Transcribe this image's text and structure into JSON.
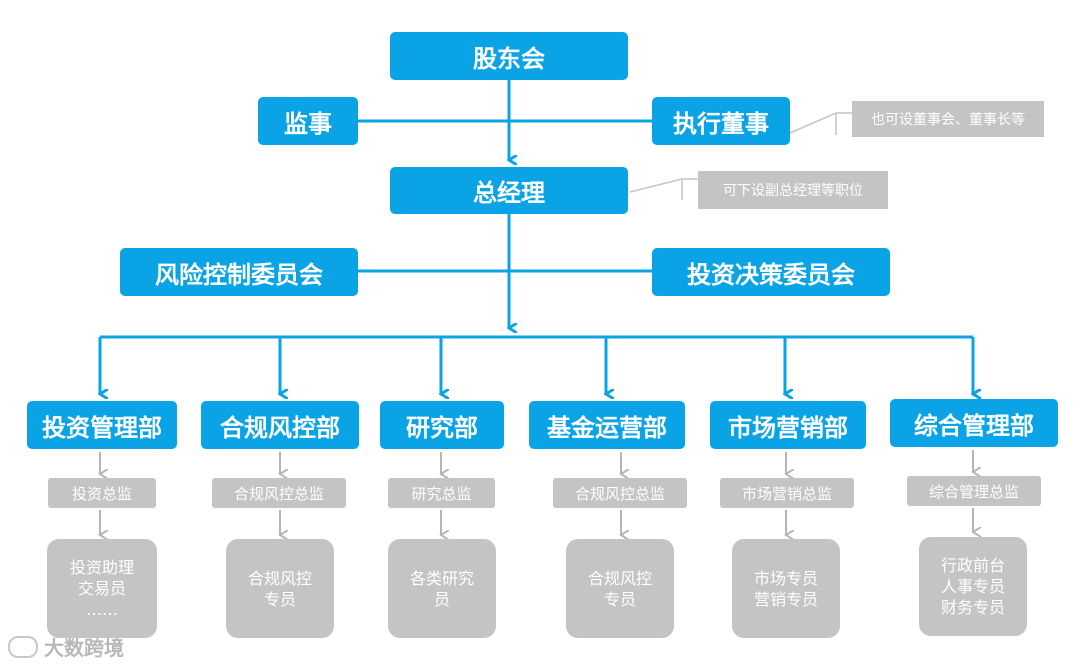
{
  "top": {
    "shareholders": "股东会",
    "supervisor": "监事",
    "exec_director": "执行董事",
    "exec_note": "也可设董事会、董事长等",
    "gm": "总经理",
    "gm_note": "可下设副总经理等职位",
    "risk_committee": "风险控制委员会",
    "invest_committee": "投资决策委员会"
  },
  "departments": [
    {
      "name": "投资管理部",
      "director": "投资总监",
      "staff": [
        "投资助理",
        "交易员",
        "……"
      ]
    },
    {
      "name": "合规风控部",
      "director": "合规风控总监",
      "staff": [
        "合规风控",
        "专员"
      ]
    },
    {
      "name": "研究部",
      "director": "研究总监",
      "staff": [
        "各类研究",
        "员"
      ]
    },
    {
      "name": "基金运营部",
      "director": "合规风控总监",
      "staff": [
        "合规风控",
        "专员"
      ]
    },
    {
      "name": "市场营销部",
      "director": "市场营销总监",
      "staff": [
        "市场专员",
        "营销专员"
      ]
    },
    {
      "name": "综合管理部",
      "director": "综合管理总监",
      "staff": [
        "行政前台",
        "人事专员",
        "财务专员"
      ]
    }
  ],
  "watermark": "大数跨境",
  "colors": {
    "primary": "#0aa3e6",
    "secondary": "#c4c4c4"
  }
}
